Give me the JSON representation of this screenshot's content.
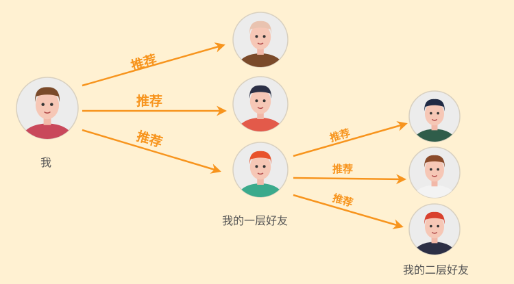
{
  "colors": {
    "background": "#FFF1D2",
    "arrow": "#F7941D",
    "avatar_bg": "#ECECEC"
  },
  "nodes": {
    "me": {
      "label": "我"
    },
    "first_layer": {
      "label": "我的一层好友"
    },
    "second_layer": {
      "label": "我的二层好友"
    }
  },
  "edges": [
    {
      "label": "推荐"
    },
    {
      "label": "推荐"
    },
    {
      "label": "推荐"
    },
    {
      "label": "推荐"
    },
    {
      "label": "推荐"
    },
    {
      "label": "推荐"
    }
  ]
}
